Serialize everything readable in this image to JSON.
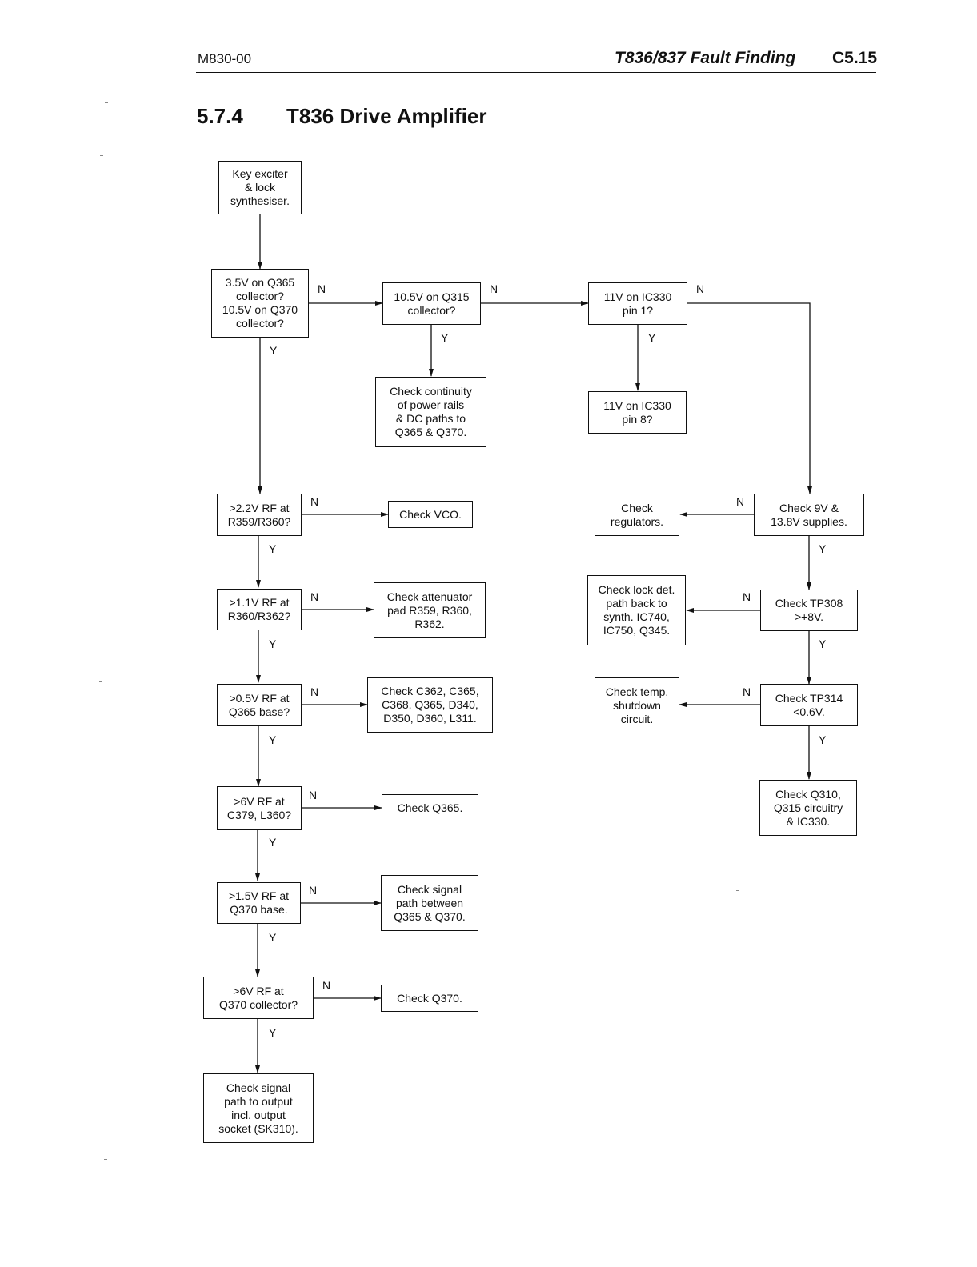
{
  "header": {
    "doc_code": "M830-00",
    "section_title": "T836/837 Fault Finding",
    "page_number": "C5.15"
  },
  "section": {
    "number": "5.7.4",
    "title": "T836 Drive Amplifier"
  },
  "nodes": {
    "n1": "Key exciter\n& lock\nsynthesiser.",
    "n2": "3.5V on Q365\ncollector?\n10.5V on Q370\ncollector?",
    "n3": "10.5V on Q315\ncollector?",
    "n4": "11V on IC330\npin 1?",
    "n5": "Check continuity\nof power rails\n& DC paths to\nQ365 & Q370.",
    "n6": "11V on IC330\npin 8?",
    "n7": ">2.2V RF at\nR359/R360?",
    "n8": "Check VCO.",
    "n9": "Check\nregulators.",
    "n10": "Check 9V &\n13.8V supplies.",
    "n11": ">1.1V RF at\nR360/R362?",
    "n12": "Check attenuator\npad R359, R360,\nR362.",
    "n13": "Check lock det.\npath back to\nsynth. IC740,\nIC750, Q345.",
    "n14": "Check TP308\n>+8V.",
    "n15": ">0.5V RF at\nQ365 base?",
    "n16": "Check C362, C365,\nC368, Q365, D340,\nD350, D360, L311.",
    "n17": "Check temp.\nshutdown\ncircuit.",
    "n18": "Check TP314\n<0.6V.",
    "n19": ">6V RF at\nC379, L360?",
    "n20": "Check Q365.",
    "n21": "Check Q310,\nQ315 circuitry\n& IC330.",
    "n22": ">1.5V RF at\nQ370 base.",
    "n23": "Check signal\npath between\nQ365 & Q370.",
    "n24": ">6V RF at\nQ370 collector?",
    "n25": "Check Q370.",
    "n26": "Check signal\npath to output\nincl. output\nsocket (SK310)."
  },
  "labels": {
    "yes": "Y",
    "no": "N"
  }
}
